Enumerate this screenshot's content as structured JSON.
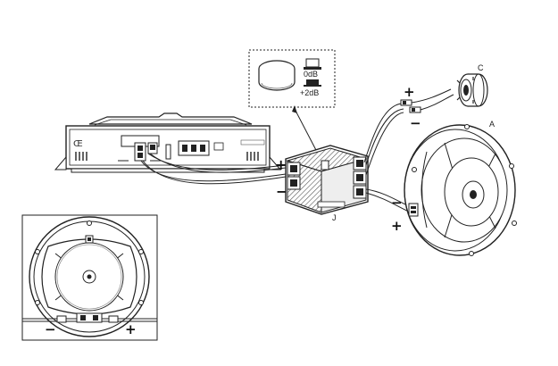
{
  "callout": {
    "zero_db": "0dB",
    "plus_two_db": "+2dB"
  },
  "labels": {
    "woofer": "A",
    "tweeter": "C",
    "crossover": "J"
  },
  "polarity": {
    "plus": "+",
    "minus": "−"
  },
  "amplifier": {
    "brand_mark": "Œ"
  },
  "colors": {
    "line": "#222222",
    "fill": "#ffffff",
    "hatch": "#555555"
  }
}
